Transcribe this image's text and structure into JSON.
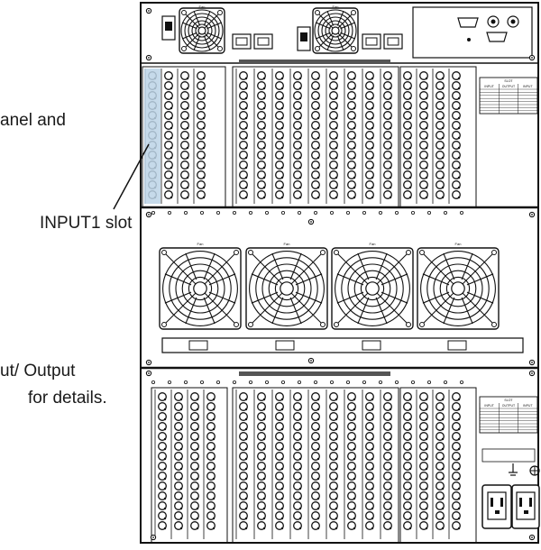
{
  "callouts": {
    "top_left": "anel and",
    "input1_slot": "INPUT1 slot",
    "bottom_left_line1": "ut/ Output",
    "bottom_left_line2": "for details."
  },
  "panel": {
    "fan_labels_top": [
      "Fan",
      "Fan"
    ],
    "fan_labels_mid": [
      "Fan",
      "Fan",
      "Fan",
      "Fan"
    ],
    "slot_table_header": "SLOT",
    "slot_table_cols": [
      "INPUT",
      "OUTPUT",
      "INPUT"
    ]
  }
}
